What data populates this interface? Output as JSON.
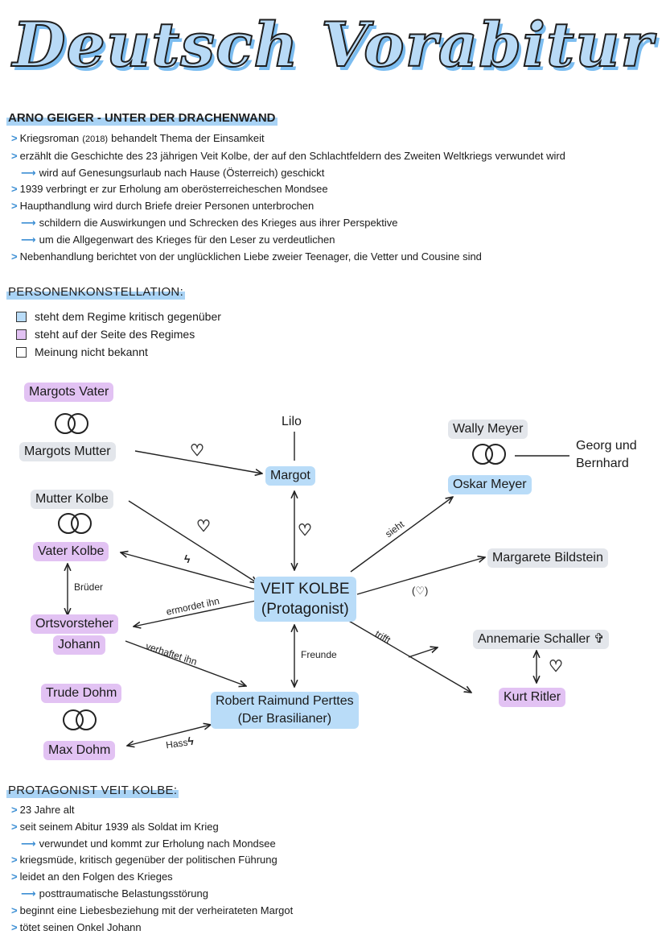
{
  "title": "Deutsch Vorabitur",
  "section1": {
    "heading": "ARNO GEIGER - UNTER DER DRACHENWAND",
    "bullets": [
      {
        "kind": "main",
        "text": "Kriegsroman",
        "small": "(2018)",
        "rest": "behandelt Thema der Einsamkeit"
      },
      {
        "kind": "main",
        "text": "erzählt die Geschichte des 23 jährigen Veit Kolbe, der auf den Schlachtfeldern des Zweiten Weltkriegs verwundet wird"
      },
      {
        "kind": "sub",
        "text": "wird auf Genesungsurlaub nach Hause (Österreich) geschickt"
      },
      {
        "kind": "main",
        "text": "1939 verbringt er zur Erholung am oberösterreicheschen Mondsee"
      },
      {
        "kind": "main",
        "text": "Haupthandlung wird durch Briefe dreier Personen unterbrochen"
      },
      {
        "kind": "sub",
        "text": "schildern die Auswirkungen und Schrecken des Krieges aus ihrer Perspektive"
      },
      {
        "kind": "sub",
        "text": "um die Allgegenwart des Krieges für den Leser zu verdeutlichen"
      },
      {
        "kind": "main",
        "text": "Nebenhandlung berichtet von der unglücklichen Liebe zweier Teenager, die Vetter und Cousine sind"
      }
    ]
  },
  "section2": {
    "heading": "PERSONENKONSTELLATION:",
    "legend": [
      {
        "text": "steht dem Regime kritisch gegenüber",
        "color": "#b9dcf8"
      },
      {
        "text": "steht auf der Seite des Regimes",
        "color": "#e2c2f3"
      },
      {
        "text": "Meinung nicht bekannt",
        "color": "#ffffff"
      }
    ]
  },
  "diagram": {
    "nodes": {
      "margots_vater": "Margots Vater",
      "margots_mutter": "Margots Mutter",
      "lilo": "Lilo",
      "margot": "Margot",
      "wally": "Wally Meyer",
      "oskar": "Oskar Meyer",
      "georg_1": "Georg und",
      "georg_2": "Bernhard",
      "mutter_kolbe": "Mutter Kolbe",
      "vater_kolbe": "Vater Kolbe",
      "veit_1": "VEIT KOLBE",
      "veit_2": "(Protagonist)",
      "margarete": "Margarete Bildstein",
      "ortsvorsteher_1": "Ortsvorsteher",
      "ortsvorsteher_2": "Johann",
      "annemarie": "Annemarie Schaller",
      "cross": "✞",
      "kurt": "Kurt Ritler",
      "trude": "Trude Dohm",
      "max": "Max Dohm",
      "robert_1": "Robert Raimund Perttes",
      "robert_2": "(Der Brasilianer)"
    },
    "labels": {
      "brueder": "Brüder",
      "ermordet": "ermordet ihn",
      "verhaftet": "verhaftet ihn",
      "freunde": "Freunde",
      "hass": "Hass",
      "sieht": "sieht",
      "trifft": "trifft",
      "heart_paren": "(♡)",
      "bolt": "ϟ"
    },
    "heart": "♡"
  },
  "section3": {
    "heading": "PROTAGONIST VEIT KOLBE:",
    "bullets": [
      {
        "kind": "main",
        "text": "23 Jahre alt"
      },
      {
        "kind": "main",
        "text": "seit seinem Abitur 1939 als Soldat im Krieg"
      },
      {
        "kind": "sub",
        "text": "verwundet und kommt zur Erholung nach Mondsee"
      },
      {
        "kind": "main",
        "text": "kriegsmüde, kritisch gegenüber der politischen Führung"
      },
      {
        "kind": "main",
        "text": "leidet an den Folgen des Krieges"
      },
      {
        "kind": "sub",
        "text": "posttraumatische Belastungsstörung"
      },
      {
        "kind": "main",
        "text": "beginnt eine Liebesbeziehung mit der verheirateten Margot"
      },
      {
        "kind": "main",
        "text": "tötet seinen Onkel Johann"
      }
    ]
  }
}
